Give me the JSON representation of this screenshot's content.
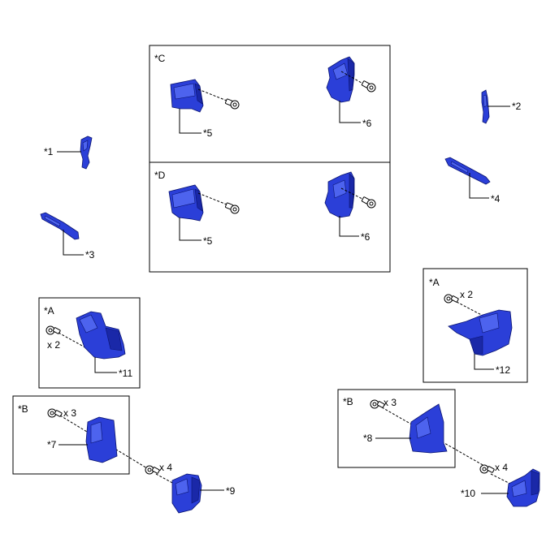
{
  "boxes": {
    "c": "*C",
    "d": "*D",
    "a_left": "*A",
    "a_right": "*A",
    "b_left": "*B",
    "b_right": "*B"
  },
  "callouts": {
    "p1": "*1",
    "p2": "*2",
    "p3": "*3",
    "p4": "*4",
    "p5_c": "*5",
    "p6_c": "*6",
    "p5_d": "*5",
    "p6_d": "*6",
    "p7": "*7",
    "p8": "*8",
    "p9": "*9",
    "p10": "*10",
    "p11": "*11",
    "p12": "*12"
  },
  "quantities": {
    "a_left": "x 2",
    "a_right": "x 2",
    "b_left_top": "x 3",
    "b_left_bottom": "x 4",
    "b_right_top": "x 3",
    "b_right_bottom": "x 4"
  },
  "colors": {
    "part_blue": "#2b3fd8",
    "outline": "#000000"
  }
}
